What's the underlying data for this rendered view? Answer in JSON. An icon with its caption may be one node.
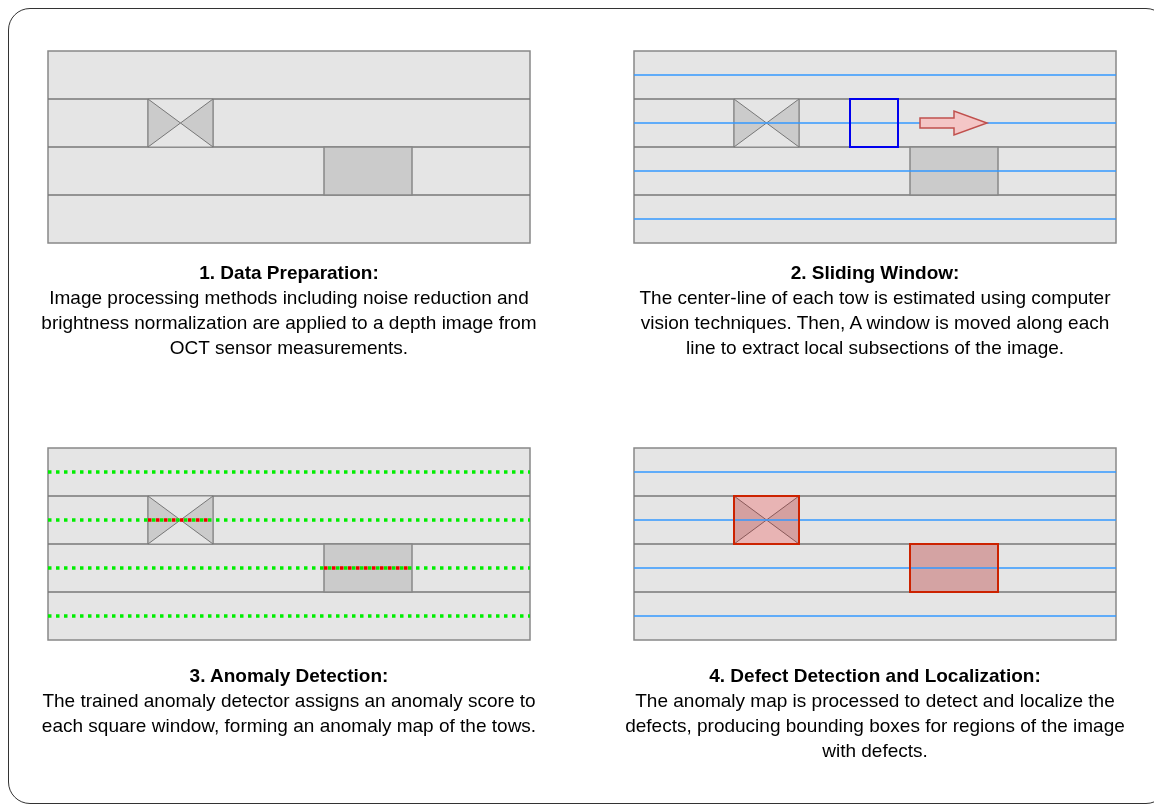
{
  "diagram": {
    "labels": [
      "1. Data Preparation:",
      "Image processing methods including noise reduction and brightness normalization are applied to a depth image from OCT sensor measurements.",
      "2. Sliding Window:",
      "The center-line of each tow is estimated using computer vision techniques. Then, A window is moved along each line to extract local subsections of the image.",
      "3. Anomaly Detection:",
      "The trained anomaly detector assigns an anomaly score to each square window, forming an anomaly map of the tows.",
      "4. Defect Detection and Localization:",
      "The anomaly map is processed to detect and localize the defects, producing bounding boxes for regions of the image with defects."
    ]
  }
}
